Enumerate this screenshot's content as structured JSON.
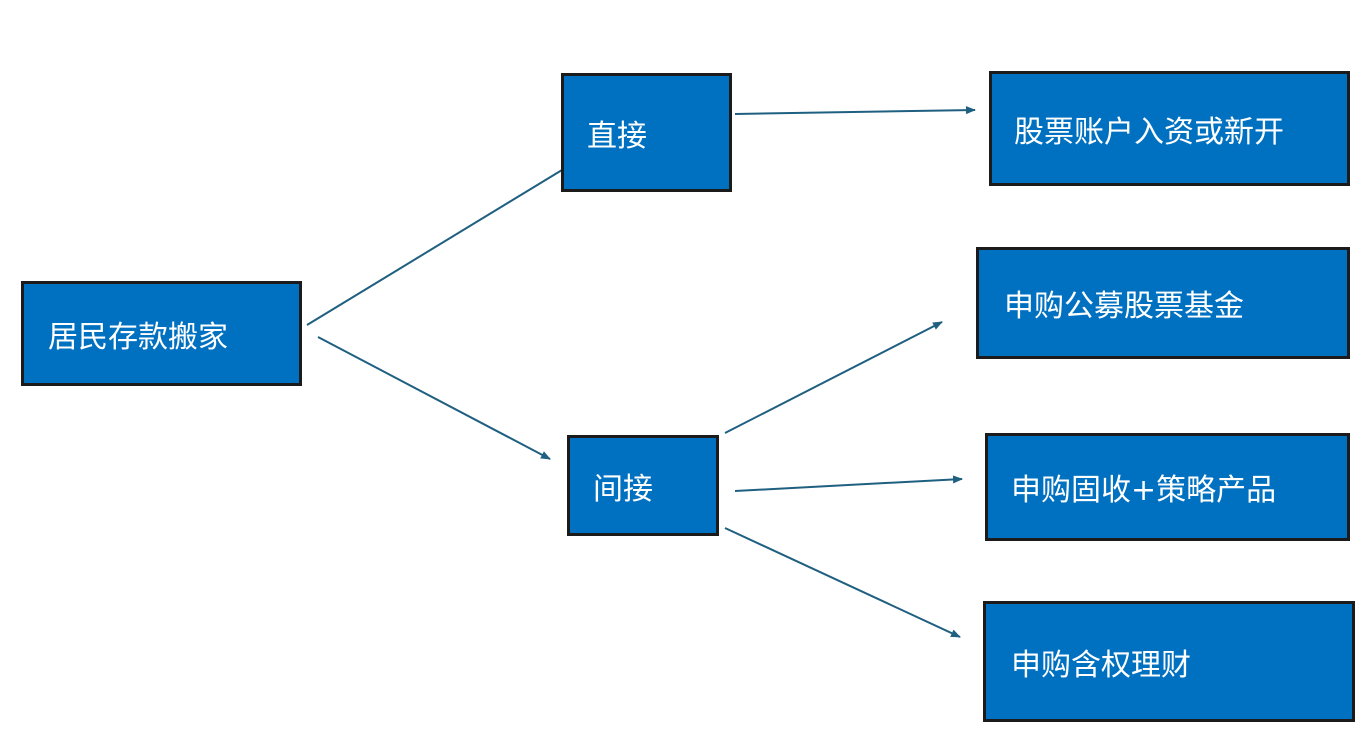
{
  "colors": {
    "box_fill": "#0070C0",
    "box_border": "#1B1B1B",
    "arrow": "#1F5F80",
    "text": "#FFFFFF"
  },
  "nodes": {
    "root": "居民存款搬家",
    "direct": "直接",
    "indirect": "间接",
    "stock_account": "股票账户入资或新开",
    "public_fund": "申购公募股票基金",
    "fixed_income_plus": "申购固收+策略产品",
    "equity_wealth": "申购含权理财"
  },
  "edges": [
    {
      "from": "root",
      "to": "direct",
      "arrowhead": false
    },
    {
      "from": "root",
      "to": "indirect",
      "arrowhead": true
    },
    {
      "from": "direct",
      "to": "stock_account",
      "arrowhead": true
    },
    {
      "from": "indirect",
      "to": "public_fund",
      "arrowhead": true
    },
    {
      "from": "indirect",
      "to": "fixed_income_plus",
      "arrowhead": true
    },
    {
      "from": "indirect",
      "to": "equity_wealth",
      "arrowhead": true
    }
  ]
}
